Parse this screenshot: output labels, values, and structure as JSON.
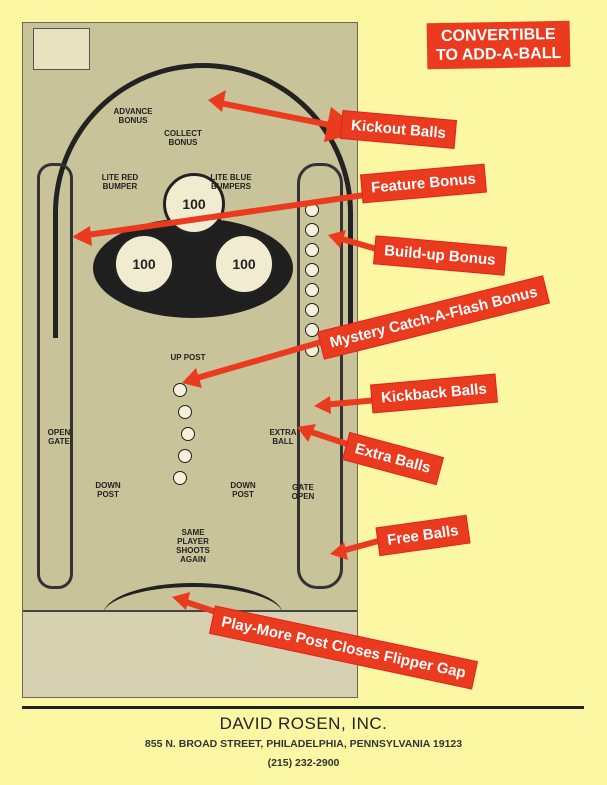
{
  "badge": {
    "line1": "CONVERTIBLE",
    "line2": "TO ADD-A-BALL"
  },
  "callouts": {
    "kickout": "Kickout Balls",
    "feature": "Feature Bonus",
    "buildup": "Build-up Bonus",
    "mystery": "Mystery Catch-A-Flash Bonus",
    "kickback": "Kickback Balls",
    "extra": "Extra Balls",
    "free": "Free Balls",
    "playmore": "Play-More Post Closes Flipper Gap"
  },
  "playfield": {
    "advance_bonus": "ADVANCE BONUS",
    "collect_bonus": "COLLECT BONUS",
    "lite_red": "LITE RED BUMPER",
    "lite_blue": "LITE BLUE BUMPERS",
    "bumper_value": "100",
    "up_post": "UP POST",
    "down_post": "DOWN POST",
    "extra_ball": "EXTRA BALL",
    "open_gate": "OPEN GATE",
    "gate_open": "GATE OPEN",
    "same_player": "SAME PLAYER SHOOTS AGAIN"
  },
  "footer": {
    "company": "DAVID ROSEN, INC.",
    "address": "855 N. BROAD STREET, PHILADELPHIA, PENNSYLVANIA 19123",
    "phone": "(215) 232-2900"
  },
  "colors": {
    "background": "#fbf7a3",
    "callout": "#ea3b1f"
  }
}
